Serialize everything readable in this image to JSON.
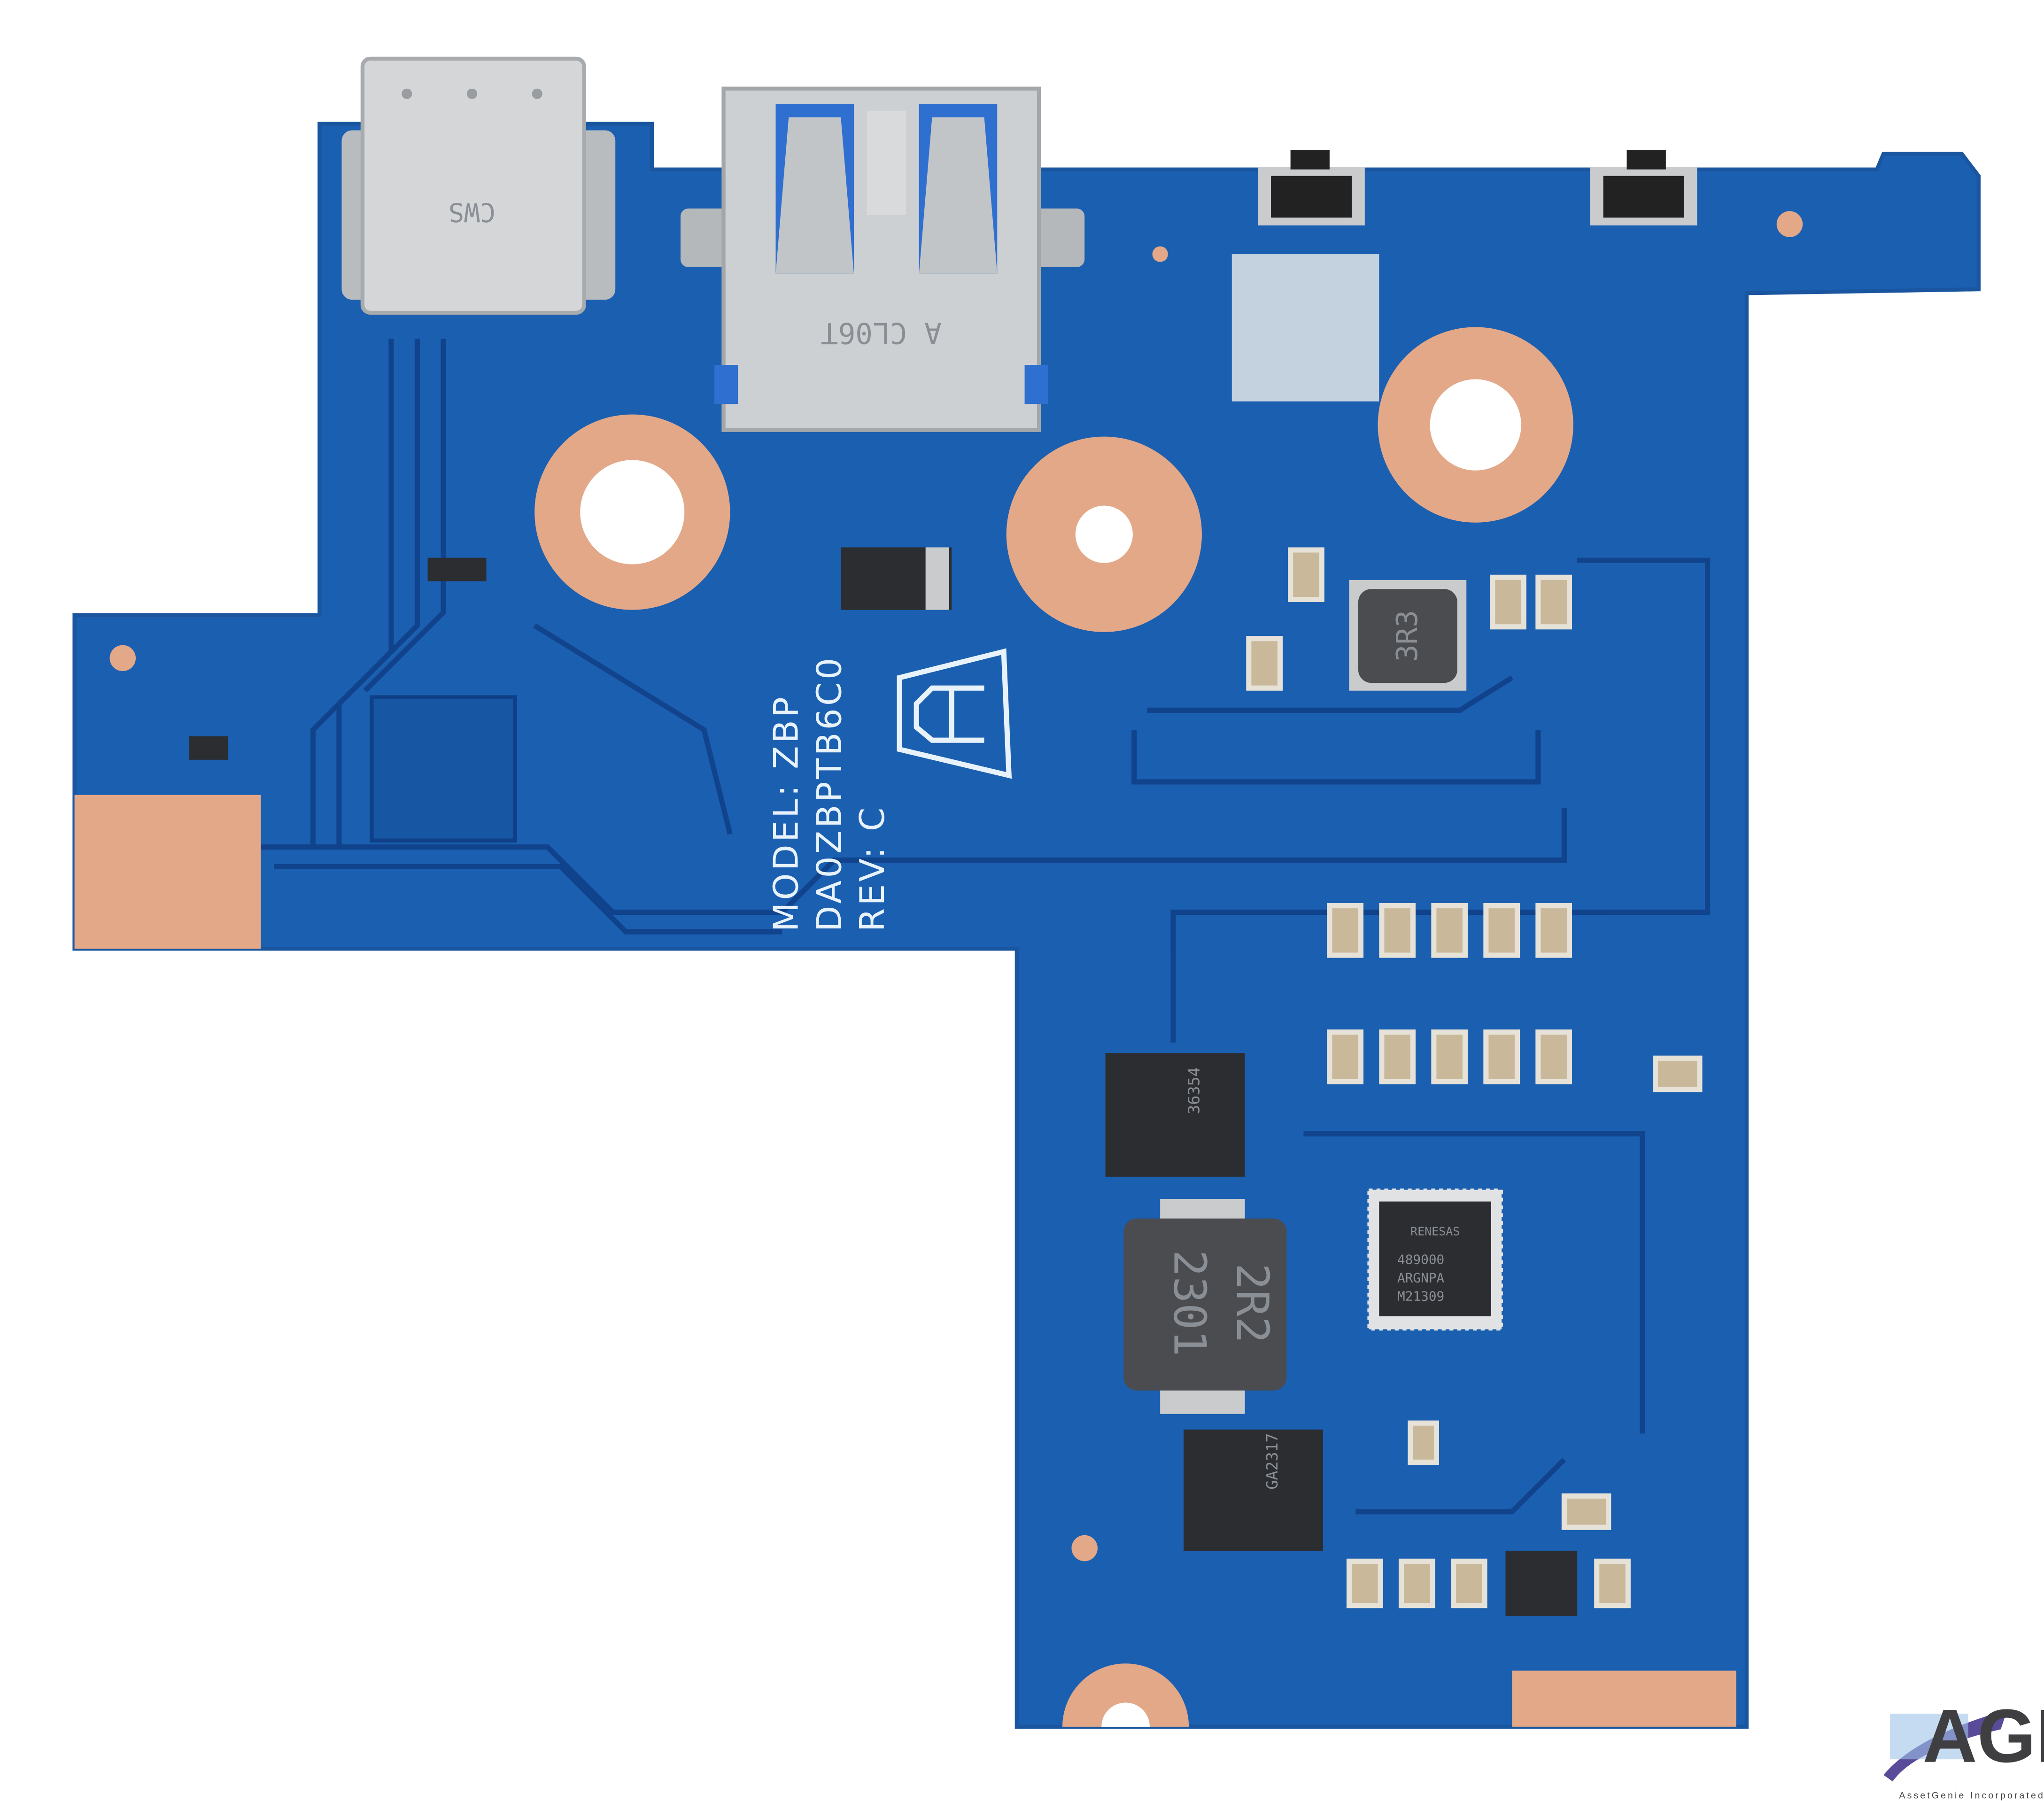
{
  "board": {
    "silkscreen": {
      "model_line": "MODEL: ZBP",
      "part_line": "DA0ZBPTB6C0",
      "rev_line": "REV: C"
    },
    "usb_a_marking": "A CL06T",
    "usb_c_marking": "CWS",
    "inductor_top_marking": "3R3",
    "inductor_bottom_marking_1": "2R2",
    "inductor_bottom_marking_2": "2301",
    "controller_chip": {
      "brand": "RENESAS",
      "line1": "489000",
      "line2": "ARGNPA",
      "line3": "M21309"
    },
    "mosfet_marking_1": "36354",
    "mosfet_marking_2": "GA2317"
  },
  "watermark": {
    "logo_text": "AGI",
    "company": "AssetGenie Incorporated"
  },
  "colors": {
    "pcb": "#1b5fb0",
    "pcb_dark": "#0f3f86",
    "copper": "#e3a888",
    "silver": "#c9cbcd",
    "chip": "#2b2d31"
  }
}
